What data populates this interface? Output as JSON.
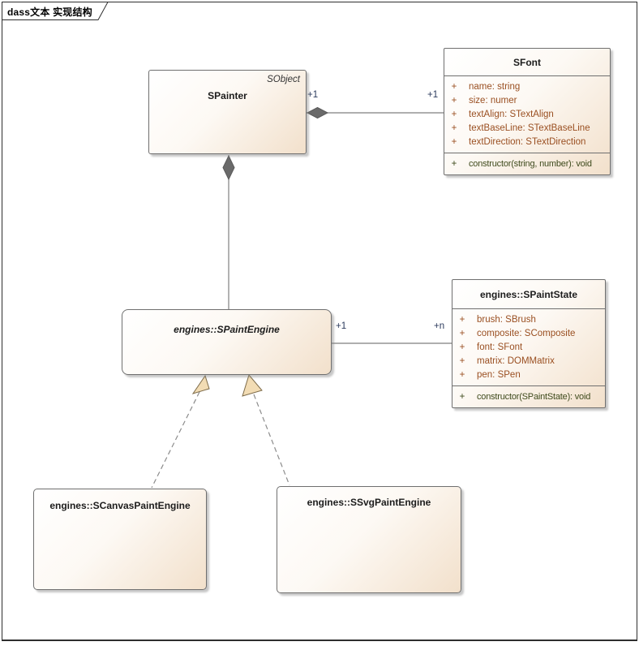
{
  "diagram": {
    "tab_label": "dass文本 实现结构"
  },
  "colors": {
    "attribute_text": "#9a4f21",
    "operation_text": "#3e4a1c",
    "multiplicity_text": "#2b3a5c",
    "box_border": "#6f6f6f",
    "box_fill_gradient_end": "#f2e0cb",
    "connector_line": "#7f7f7f",
    "composition_diamond": "#6a6a6a",
    "generalization_triangle": "#f2dcb4"
  },
  "classes": {
    "spainter": {
      "stereotype": "SObject",
      "name": "SPainter"
    },
    "sfont": {
      "name": "SFont",
      "attributes": [
        {
          "vis": "+",
          "text": "name: string"
        },
        {
          "vis": "+",
          "text": "size: numer"
        },
        {
          "vis": "+",
          "text": "textAlign: STextAlign"
        },
        {
          "vis": "+",
          "text": "textBaseLine: STextBaseLine"
        },
        {
          "vis": "+",
          "text": "textDirection: STextDirection"
        }
      ],
      "operations": [
        {
          "vis": "+",
          "text": "constructor(string, number): void"
        }
      ]
    },
    "spaintstate": {
      "name": "engines::SPaintState",
      "attributes": [
        {
          "vis": "+",
          "text": "brush: SBrush"
        },
        {
          "vis": "+",
          "text": "composite: SComposite"
        },
        {
          "vis": "+",
          "text": "font: SFont"
        },
        {
          "vis": "+",
          "text": "matrix: DOMMatrix"
        },
        {
          "vis": "+",
          "text": "pen: SPen"
        }
      ],
      "operations": [
        {
          "vis": "+",
          "text": "constructor(SPaintState): void"
        }
      ]
    },
    "spaintengine": {
      "name": "engines::SPaintEngine"
    },
    "scanvaspaintengine": {
      "name": "engines::SCanvasPaintEngine"
    },
    "ssvgpaintengine": {
      "name": "engines::SSvgPaintEngine"
    }
  },
  "connectors": {
    "painter_font_composition": {
      "source_label": "+1",
      "target_label": "+1"
    },
    "engine_state_association": {
      "source_label": "+1",
      "target_label": "+n"
    }
  }
}
